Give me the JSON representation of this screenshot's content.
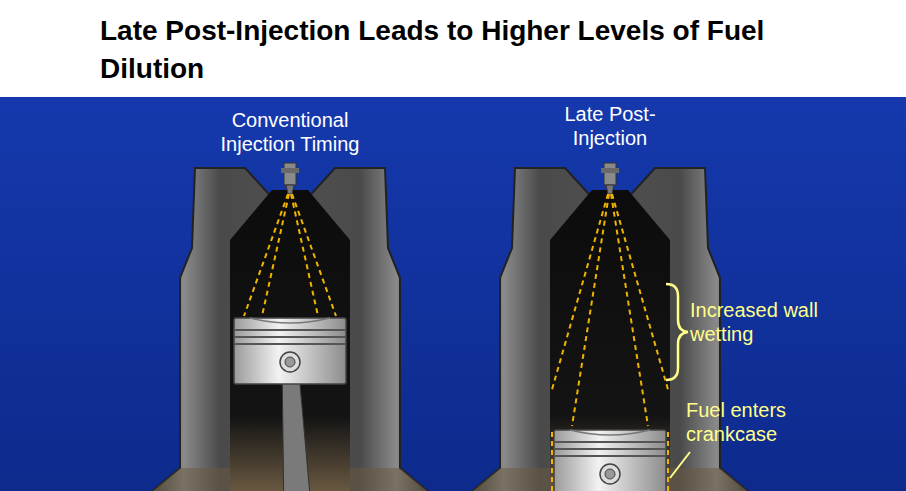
{
  "diagram": {
    "title": "Late Post-Injection Leads to Higher Levels of Fuel Dilution",
    "labels": [
      "Conventional Injection Timing",
      "Late Post-Injection",
      "Increased wall wetting",
      "Fuel enters crankcase"
    ]
  }
}
